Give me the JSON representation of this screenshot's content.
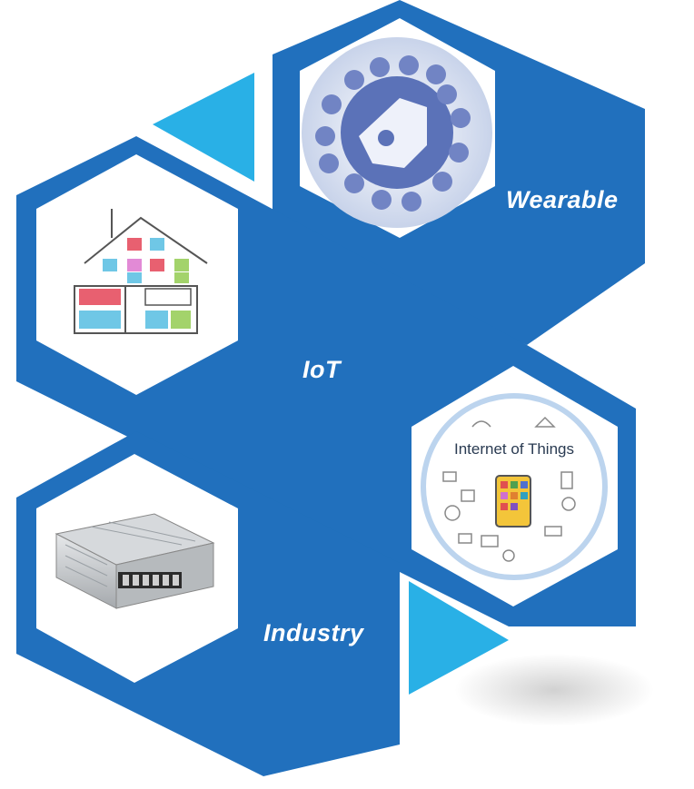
{
  "labels": {
    "wearable": "Wearable",
    "iot": "IoT",
    "industry": "Industry"
  },
  "illustrations": {
    "iot_circle_text": "Internet of Things"
  },
  "icons": {
    "wearable": "smartwatch-apps-icon",
    "home": "smart-home-icon",
    "iot": "internet-of-things-icon",
    "industry": "power-supply-unit-icon"
  },
  "colors": {
    "blue": "#2170bd",
    "blue_dark": "#1a5ea3",
    "cyan": "#29b0e6",
    "white": "#ffffff",
    "wearable_bg": "#dfe6f3"
  }
}
